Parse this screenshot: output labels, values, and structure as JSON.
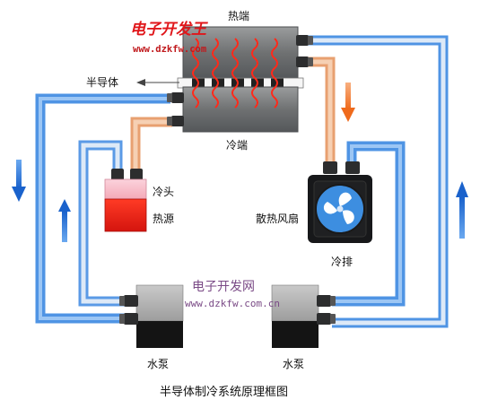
{
  "diagram": {
    "caption": "半导体制冷系统原理框图",
    "labels": {
      "hot_end": "热端",
      "semiconductor": "半导体",
      "cold_end": "冷端",
      "cold_head": "冷头",
      "heat_source": "热源",
      "fan": "散热风扇",
      "radiator": "冷排",
      "pump_left": "水泵",
      "pump_right": "水泵"
    },
    "watermark": {
      "title": "电子开发王",
      "url": "www.dzkfw.com",
      "title2": "电子开发网",
      "url2": "www.dzkfw.com.cn"
    },
    "colors": {
      "pipe_blue": "#4f94e4",
      "pipe_light": "#d8e8f8",
      "pipe_warm": "#e8a070",
      "arrow_blue": "#1e6fd6",
      "arrow_orange": "#f07020",
      "block_gray": "#7d7f80",
      "heat_red": "#ff2a1a",
      "fan_blue": "#2a7fd6"
    }
  }
}
